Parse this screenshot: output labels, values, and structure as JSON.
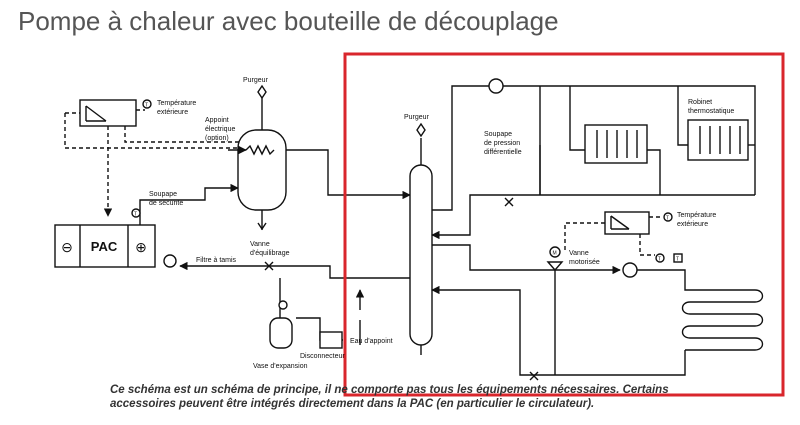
{
  "title": "Pompe à chaleur avec bouteille de découplage",
  "highlight_color": "#d9262c",
  "labels": {
    "purgeur_left": "Purgeur",
    "appoint_1": "Appoint",
    "appoint_2": "électrique",
    "appoint_3": "(option)",
    "temp_ext_left_1": "Température",
    "temp_ext_left_2": "extérieure",
    "soupape_secu_1": "Soupape",
    "soupape_secu_2": "de sécurité",
    "pac": "PAC",
    "pac_minus": "⊖",
    "pac_plus": "⊕",
    "filtre": "Filtre à tamis",
    "vanne_equil_1": "Vanne",
    "vanne_equil_2": "d'équilibrage",
    "vase": "Vase d'expansion",
    "disconnecteur": "Disconnecteur",
    "eau_appoint": "Eau d'appoint",
    "purgeur_right": "Purgeur",
    "soupape_diff_1": "Soupape",
    "soupape_diff_2": "de pression",
    "soupape_diff_3": "différentielle",
    "robinet_1": "Robinet",
    "robinet_2": "thermostatique",
    "temp_ext_right_1": "Température",
    "temp_ext_right_2": "extérieure",
    "vanne_mot_1": "Vanne",
    "vanne_mot_2": "motorisée",
    "sensor_t": "T",
    "motor_m": "M"
  },
  "caption": {
    "line1": "Ce schéma est un schéma de principe, il ne comporte pas tous les équipements nécessaires. Certains",
    "line2": "accessoires peuvent être intégrés directement dans la PAC (en particulier le circulateur)."
  }
}
